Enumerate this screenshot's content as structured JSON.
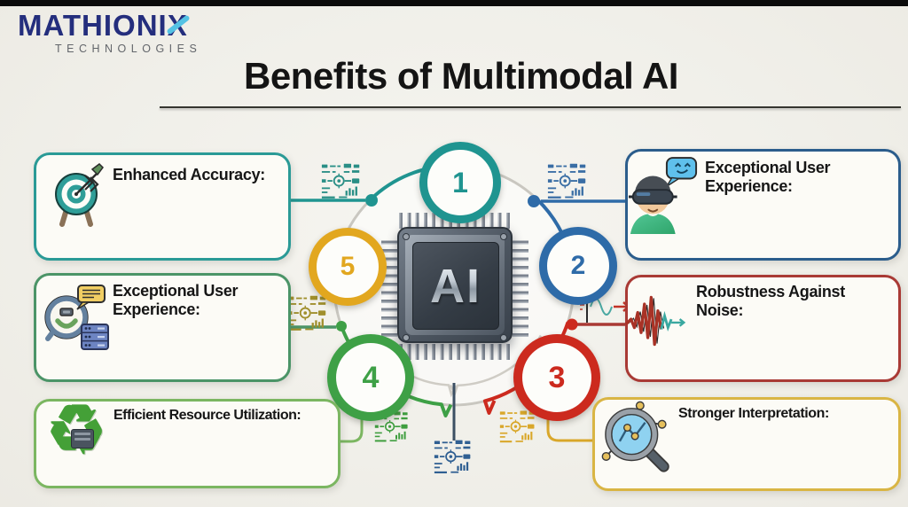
{
  "brand": {
    "name_main": "MATHIONI",
    "name_accent": "X",
    "tagline": "TECHNOLOGIES"
  },
  "title": "Benefits of Multimodal AI",
  "chip": {
    "label": "AI",
    "icon": "ai-processor-chip-icon"
  },
  "nodes": [
    {
      "number": "1",
      "color": "#1f9490"
    },
    {
      "number": "2",
      "color": "#2e6ba8"
    },
    {
      "number": "3",
      "color": "#cc2a1e"
    },
    {
      "number": "4",
      "color": "#3ea046"
    },
    {
      "number": "5",
      "color": "#e2a71f"
    }
  ],
  "benefits": {
    "left": [
      {
        "label": "Enhanced Accuracy:",
        "icon": "target-arrow-icon",
        "accent": "#2a9a96"
      },
      {
        "label": "Exceptional User\nExperience:",
        "icon": "user-feedback-magnifier-icon",
        "accent": "#4b9467"
      },
      {
        "label": "Efficient Resource Utilization:",
        "icon": "recycle-icon",
        "accent": "#7bb661"
      }
    ],
    "right": [
      {
        "label": "Exceptional User\nExperience:",
        "icon": "vr-user-icon",
        "accent": "#2b5d8c"
      },
      {
        "label": "Robustness Against\nNoise:",
        "icon": "noise-waveform-icon",
        "accent": "#a93a35"
      },
      {
        "label": "Stronger Interpretation:",
        "icon": "magnifier-chart-icon",
        "accent": "#d9b544"
      }
    ]
  },
  "decor": {
    "dashboard_glyph": "dashboard-glyph-icon",
    "signal_glyph": "signal-arrow-icon",
    "ring_gray": "#c9c7c0",
    "connector_slate": "#3c4f63"
  }
}
